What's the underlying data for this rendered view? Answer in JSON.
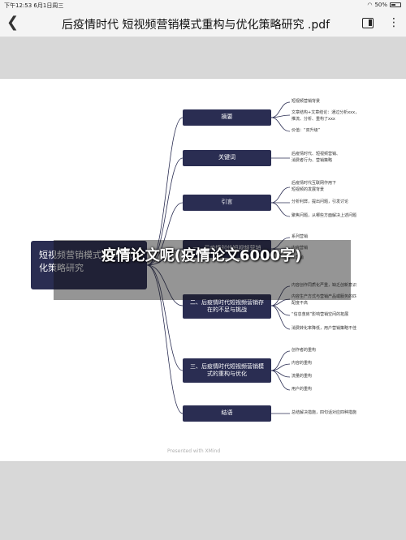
{
  "status_bar": {
    "time": "下午12:53",
    "date": "6月1日周三",
    "battery": "50%"
  },
  "nav_bar": {
    "title": "后疫情时代 短视频营销模式重构与优化策略研究 .pdf"
  },
  "mindmap": {
    "root": "短视频营销模式重构与优化策略研究",
    "branches": [
      {
        "label": "摘要",
        "leaves": [
          "短视频营销背景",
          "文章结构+文章结论：通过分析xxx，",
          "推流、分析、重构了xxx",
          "价值：“双升级”"
        ]
      },
      {
        "label": "关键词",
        "leaves": [
          "后疫情时代、短视频营销、",
          "消费者行为、营销策略"
        ]
      },
      {
        "label": "引言",
        "leaves": [
          "后疫情时代互联网作用下",
          "短视频的发展背景",
          "分析利弊，提出问题，引发讨论",
          "聚焦问题，从哪些方面解决上述问题"
        ]
      },
      {
        "label": "一、后疫情时代短视频营销",
        "leaves": [
          "系列营销",
          "内容营销",
          "...营销"
        ]
      },
      {
        "label": "二、后疫情时代短视频营销存在的不足与挑战",
        "leaves": [
          "内容创作同质化严重，缺乏创新意识",
          "内容生产方式与营销产品或服务的匹",
          "配度不高",
          "“信息茧房”影响营销空间的拓展",
          "消费转化率降低，用户营销策略不佳"
        ]
      },
      {
        "label": "三、后疫情时代短视频营销模式的重构与优化",
        "leaves": [
          "创作者的重构",
          "内容的重构",
          "流量的重构",
          "用户的重构"
        ]
      },
      {
        "label": "结语",
        "leaves": [
          "总结解决措施，四句话对应四种措施"
        ]
      }
    ],
    "watermark": "Presented with XMind"
  },
  "banner": {
    "text": "疫情论文呢(疫情论文6000字)"
  },
  "colors": {
    "node_bg": "#2a2d52",
    "line": "#2a2d52"
  },
  "icons": [
    "back-icon",
    "reader-mode-icon",
    "more-icon",
    "wifi-icon",
    "battery-icon"
  ]
}
